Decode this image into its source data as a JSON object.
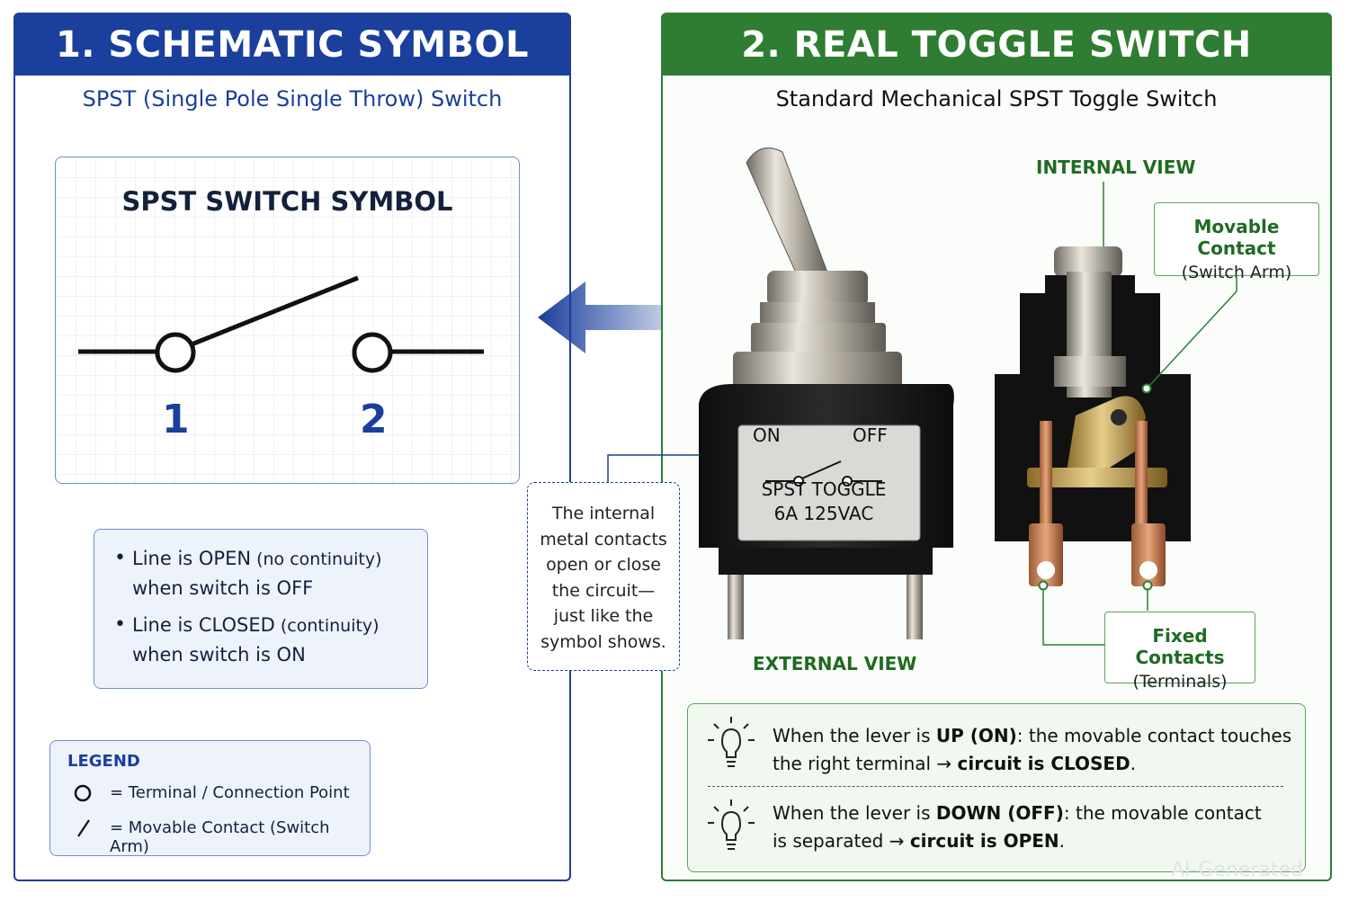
{
  "left": {
    "header": "1. SCHEMATIC SYMBOL",
    "subtitle": "SPST (Single Pole Single Throw) Switch",
    "symbol_title": "SPST SWITCH SYMBOL",
    "terminal_1": "1",
    "terminal_2": "2",
    "bullets": [
      {
        "a": "Line is OPEN",
        "b": " (no continuity)",
        "c": "when switch is OFF"
      },
      {
        "a": "Line is CLOSED",
        "b": " (continuity)",
        "c": "when switch is ON"
      }
    ],
    "legend": {
      "title": "LEGEND",
      "items": [
        {
          "icon": "terminal-circle-icon",
          "text": "=  Terminal / Connection Point"
        },
        {
          "icon": "switch-arm-slash-icon",
          "text": "=  Movable Contact (Switch Arm)"
        }
      ]
    }
  },
  "callout": {
    "lines": [
      "The internal",
      "metal contacts",
      "open or close",
      "the circuit—",
      "just like the",
      "symbol shows."
    ]
  },
  "right": {
    "header": "2. REAL TOGGLE SWITCH",
    "subtitle": "Standard Mechanical SPST Toggle Switch",
    "internal_view": "INTERNAL VIEW",
    "external_view": "EXTERNAL VIEW",
    "plate": {
      "on": "ON",
      "off": "OFF",
      "line1": "SPST TOGGLE",
      "line2": "6A 125VAC"
    },
    "movable": {
      "title": "Movable Contact",
      "sub": "(Switch Arm)"
    },
    "fixed": {
      "title": "Fixed Contacts",
      "sub": "(Terminals)"
    },
    "notes": [
      {
        "pre": "When the lever is ",
        "bold": "UP (ON)",
        "mid": ": the movable contact touches",
        "pre2": "the right terminal → ",
        "bold2": "circuit is CLOSED",
        "end": "."
      },
      {
        "pre": "When the lever is ",
        "bold": "DOWN (OFF)",
        "mid": ":  the movable contact",
        "pre2": "is separated → ",
        "bold2": "circuit is OPEN",
        "end": "."
      }
    ]
  },
  "watermark": "AI-Generated",
  "colors": {
    "blue": "#1a3f9c",
    "green": "#2e7d32"
  }
}
